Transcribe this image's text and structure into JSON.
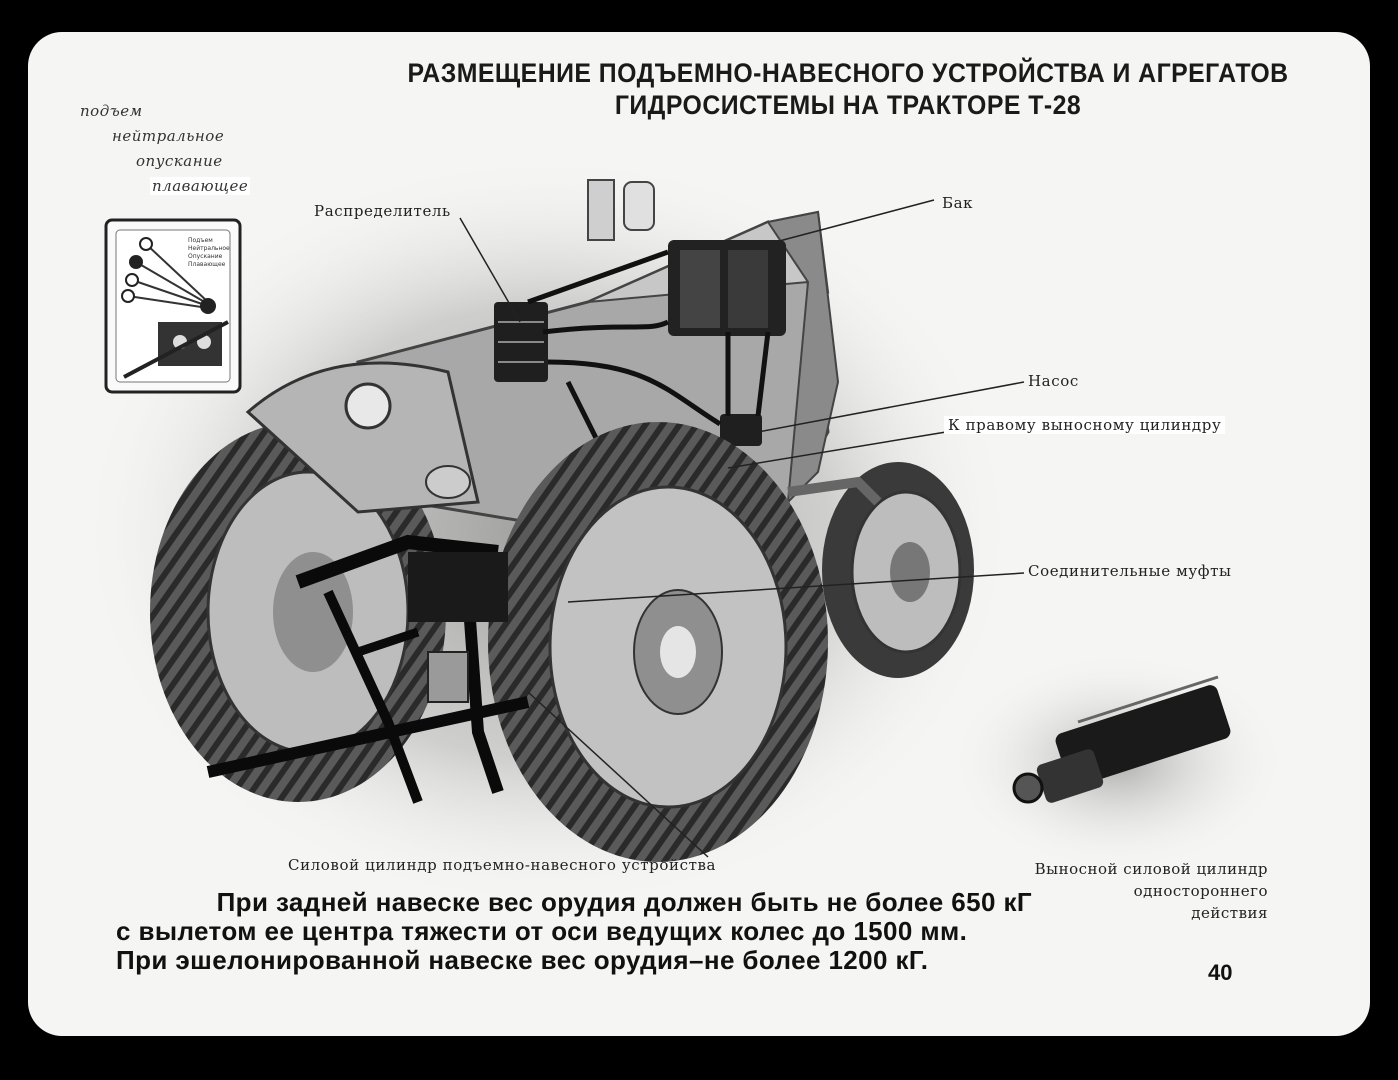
{
  "title": {
    "line1": "РАЗМЕЩЕНИЕ ПОДЪЕМНО-НАВЕСНОГО УСТРОЙСТВА И АГРЕГАТОВ",
    "line2": "ГИДРОСИСТЕМЫ НА ТРАКТОРЕ Т-28"
  },
  "lever_modes": [
    "подъем",
    "нейтральное",
    "опускание",
    "плавающее"
  ],
  "inset_small_labels": [
    "Подъем",
    "Нейтральное",
    "Опускание",
    "Плавающее"
  ],
  "labels": {
    "distributor": "Распределитель",
    "tank": "Бак",
    "pump": "Насос",
    "right_cylinder": "К правому выносному цилиндру",
    "couplings": "Соединительные муфты",
    "power_cylinder": "Силовой цилиндр подъемно-навесного устройства",
    "remote_cylinder": [
      "Выносной силовой цилиндр",
      "одностороннего",
      "действия"
    ]
  },
  "note": {
    "line1": "При задней навеске вес орудия должен быть не более 650 кГ",
    "line2": "с вылетом ее центра тяжести от оси ведущих колес до 1500 мм.",
    "line3": "При эшелонированной навеске вес орудия–не более 1200 кГ."
  },
  "page_number": "40",
  "colors": {
    "background": "#f5f5f3",
    "frame": "#000000",
    "ink": "#1a1a1a"
  }
}
